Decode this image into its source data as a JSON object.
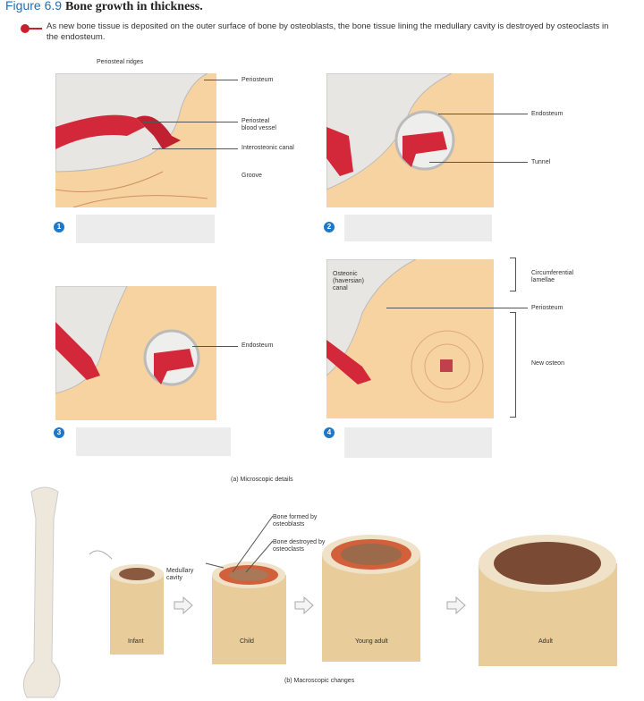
{
  "figure": {
    "number": "Figure 6.9",
    "title": "Bone growth in thickness.",
    "icon": "key-icon",
    "description": "As new bone tissue is deposited on the outer surface of bone by osteoblasts, the bone tissue lining the medullary cavity is destroyed by osteoclasts in the endosteum."
  },
  "panels": [
    {
      "step": "1",
      "labels": {
        "ridges": "Periosteal ridges",
        "periosteum": "Periosteum",
        "vessel": "Periosteal blood vessel",
        "canal": "Interosteonic canal",
        "groove": "Groove"
      }
    },
    {
      "step": "2",
      "labels": {
        "endosteum": "Endosteum",
        "tunnel": "Tunnel"
      }
    },
    {
      "step": "3",
      "labels": {
        "endosteum": "Endosteum"
      }
    },
    {
      "step": "4",
      "labels": {
        "canal": "Osteonic (haversian) canal",
        "lamellae": "Circumferential lamellae",
        "periosteum": "Periosteum",
        "osteon": "New osteon"
      }
    }
  ],
  "caption_a": "(a) Microscopic details",
  "macro": {
    "formed": "Bone formed by osteoblasts",
    "destroyed": "Bone destroyed by osteoclasts",
    "cavity": "Medullary cavity",
    "stages": [
      "Infant",
      "Child",
      "Young adult",
      "Adult"
    ]
  },
  "caption_b": "(b) Macroscopic changes",
  "colors": {
    "bone": "#f6d3a0",
    "vessel": "#d3283a",
    "accent": "#1e78c8"
  }
}
